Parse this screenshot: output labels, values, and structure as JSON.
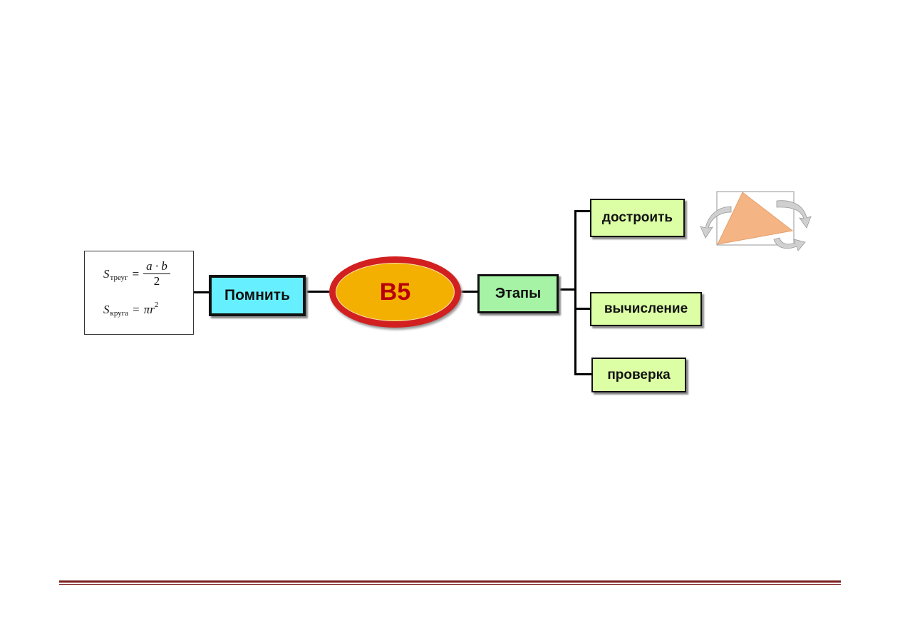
{
  "formulas": {
    "triangle": {
      "symbol": "S",
      "subscript": "треуг",
      "numerator": "a · b",
      "denominator": "2"
    },
    "circle": {
      "symbol": "S",
      "subscript": "круга",
      "rhs": "πr",
      "exponent": "2"
    }
  },
  "nodes": {
    "center": "B5",
    "remember": "Помнить",
    "stages": "Этапы",
    "steps": [
      "достроить",
      "вычисление",
      "проверка"
    ]
  },
  "colors": {
    "remember_fill": "#66f0ff",
    "center_ring": "#d22020",
    "center_fill": "#f4b000",
    "center_text": "#b8000d",
    "stages_fill": "#a6f3a6",
    "step_fill": "#dcffa5",
    "triangle_fill": "#f5b483",
    "footer_rule": "#7a1f1f"
  }
}
